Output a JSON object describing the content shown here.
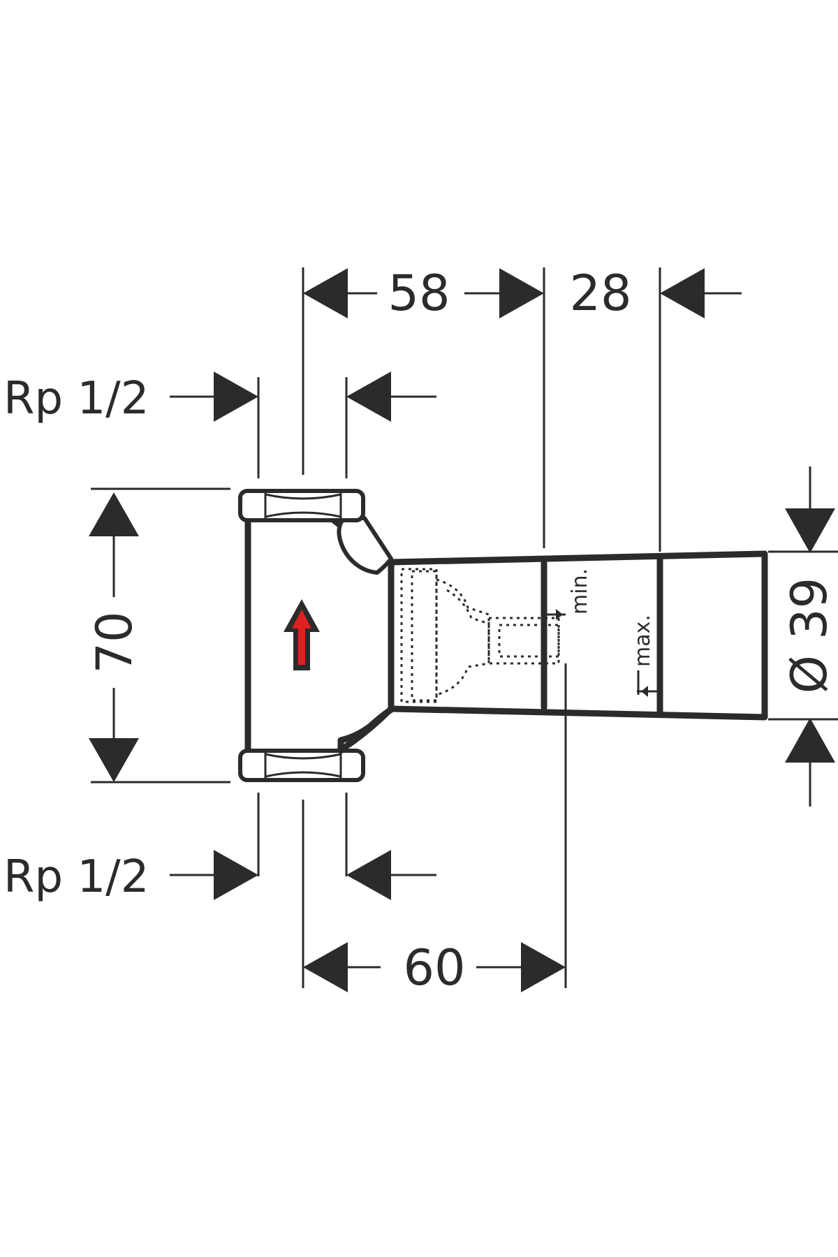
{
  "dimensions": {
    "top_left": "58",
    "top_right": "28",
    "height": "70",
    "bottom": "60",
    "diameter": "Ø 39"
  },
  "thread": {
    "top": "Rp 1/2",
    "bottom": "Rp 1/2"
  },
  "depth_labels": {
    "min": "min.",
    "max": "max."
  },
  "colors": {
    "line": "#2b2b2b",
    "flow_arrow": "#e02020"
  }
}
